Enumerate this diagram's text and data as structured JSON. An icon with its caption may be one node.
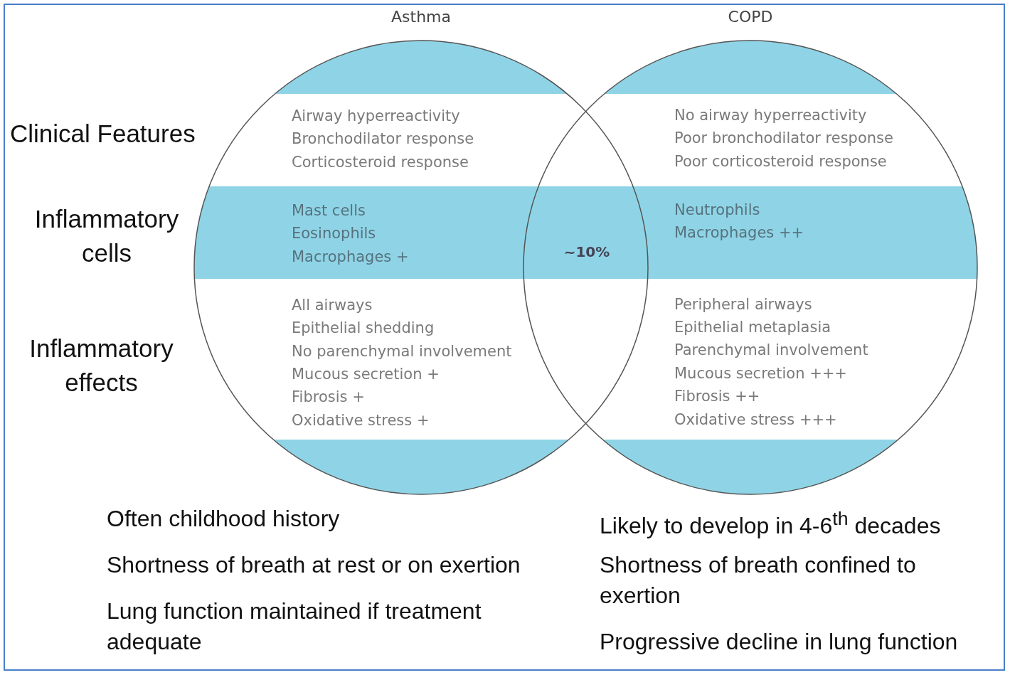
{
  "diagram": {
    "nodes": [
      {
        "text": [
          "Asthma",
          "Airway hyperreactivity",
          "Bronchodilator response",
          "Corticosteroid response",
          "Mast cells",
          "Eosinophils",
          "Macrophages +",
          "All airways",
          "Epithelial shedding",
          "No parenchymal involvement",
          "Mucous secretion +",
          "Fibrosis +",
          "Oxidative stress +"
        ]
      },
      {
        "text": [
          "COPD",
          "No airway hyperreactivity",
          "Poor bronchodilator response",
          "Poor corticosteroid response",
          "Neutrophils",
          "Macrophages ++",
          "Peripheral airways",
          "Epithelial metaplasia",
          "Parenchymal involvement",
          "Mucous secretion +++",
          "Fibrosis ++",
          "Oxidative stress +++"
        ]
      }
    ],
    "edges": [],
    "labels": [
      "Clinical Features",
      "Inflammatory cells",
      "~10%",
      "Inflammatory effects",
      "Often childhood history",
      "Likely to develop in 4-6$^{th}$ decades",
      "Shortness of breath at rest or on exertion",
      "Shortness of breath confined to exertion",
      "Lung function maintained if treatment adequate",
      "Progressive decline in lung function"
    ]
  }
}
